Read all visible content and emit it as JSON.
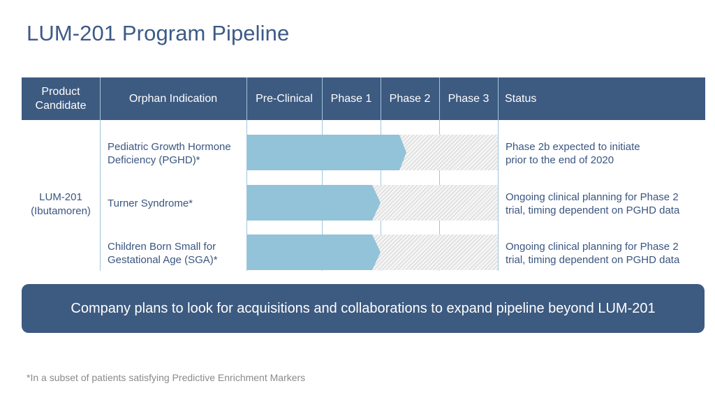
{
  "title": "LUM-201 Program Pipeline",
  "table": {
    "headers": {
      "product_candidate": "Product\nCandidate",
      "orphan_indication": "Orphan Indication",
      "pre_clinical": "Pre-Clinical",
      "phase1": "Phase 1",
      "phase2": "Phase 2",
      "phase3": "Phase 3",
      "status": "Status"
    },
    "product_candidate": {
      "line1": "LUM-201",
      "line2": "(Ibutamoren)"
    },
    "rows": [
      {
        "indication_line1": "Pediatric Growth Hormone",
        "indication_line2": "Deficiency (PGHD)*",
        "progress_stage": "Phase 2 (early)",
        "status_line1": "Phase 2b expected to initiate",
        "status_line2": "prior to the end of 2020"
      },
      {
        "indication_line1": "Turner Syndrome*",
        "indication_line2": "",
        "progress_stage": "Phase 1 (complete)",
        "status_line1": "Ongoing clinical planning for Phase 2",
        "status_line2": "trial, timing dependent on PGHD data"
      },
      {
        "indication_line1": "Children Born Small for",
        "indication_line2": "Gestational Age (SGA)*",
        "progress_stage": "Phase 1 (complete)",
        "status_line1": "Ongoing clinical planning for Phase 2",
        "status_line2": "trial, timing dependent on PGHD data"
      }
    ]
  },
  "banner": "Company plans to look for acquisitions and collaborations to expand pipeline beyond LUM-201",
  "footnote": "*In a subset of patients satisfying Predictive Enrichment Markers",
  "colors": {
    "header_bg": "#3d5a80",
    "progress_bar": "#92c3d8",
    "title": "#3d5a87",
    "grid_line": "#9fc6dc",
    "footnote": "#8a8a8a"
  }
}
